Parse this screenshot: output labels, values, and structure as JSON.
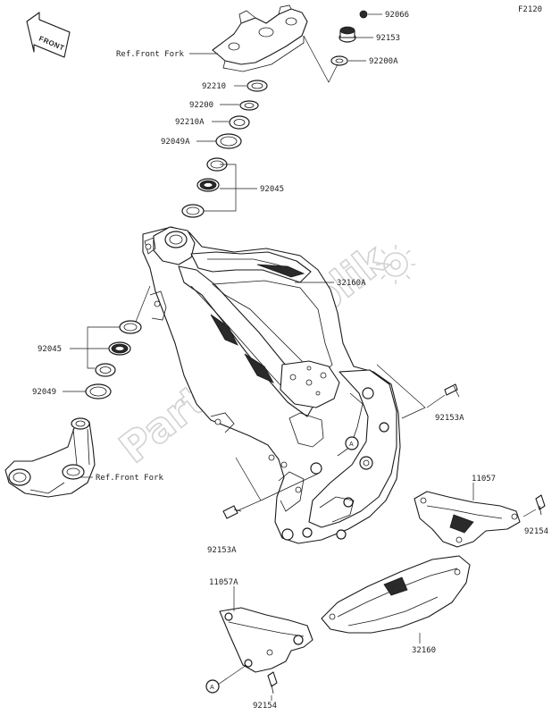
{
  "diagram": {
    "code": "F2120",
    "watermark": "PartsRepublik",
    "front_arrow_label": "FRONT",
    "callout_letter": "A",
    "labels": {
      "p92066": "92066",
      "p92153": "92153",
      "p92200A": "92200A",
      "ref_front_fork_top": "Ref.Front Fork",
      "p92210": "92210",
      "p92200": "92200",
      "p92210A": "92210A",
      "p92049A": "92049A",
      "p92045_top": "92045",
      "p32160A": "32160A",
      "p92045_left": "92045",
      "p92049": "92049",
      "p92153A_right": "92153A",
      "ref_front_fork_bottom": "Ref.Front Fork",
      "p11057": "11057",
      "p92154_right": "92154",
      "p92153A_bottom": "92153A",
      "p11057A": "11057A",
      "p32160": "32160",
      "p92154_bottom": "92154"
    }
  }
}
